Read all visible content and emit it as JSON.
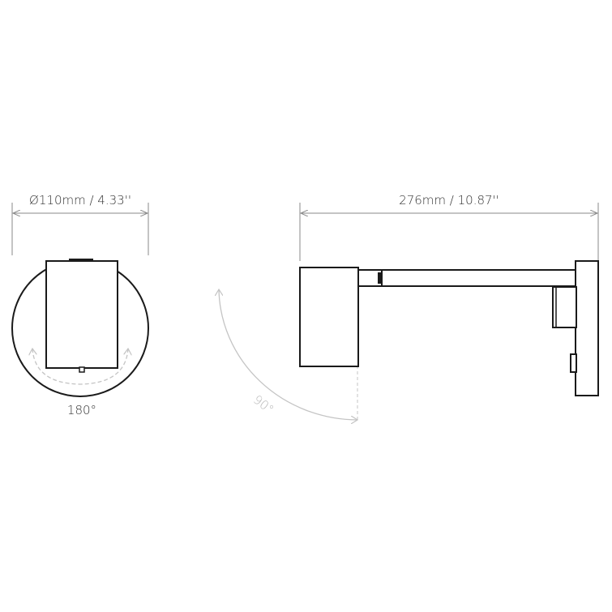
{
  "front_view": {
    "diameter_label": "Ø110mm / 4.33''",
    "rotation_label": "180°"
  },
  "side_view": {
    "projection_label": "276mm / 10.87''",
    "tilt_label": "90°"
  },
  "colors": {
    "line": "#1a1a1a",
    "dimension_line": "#8a8a8a",
    "rotation_arrow": "#c4c4c4",
    "background": "#ffffff"
  }
}
